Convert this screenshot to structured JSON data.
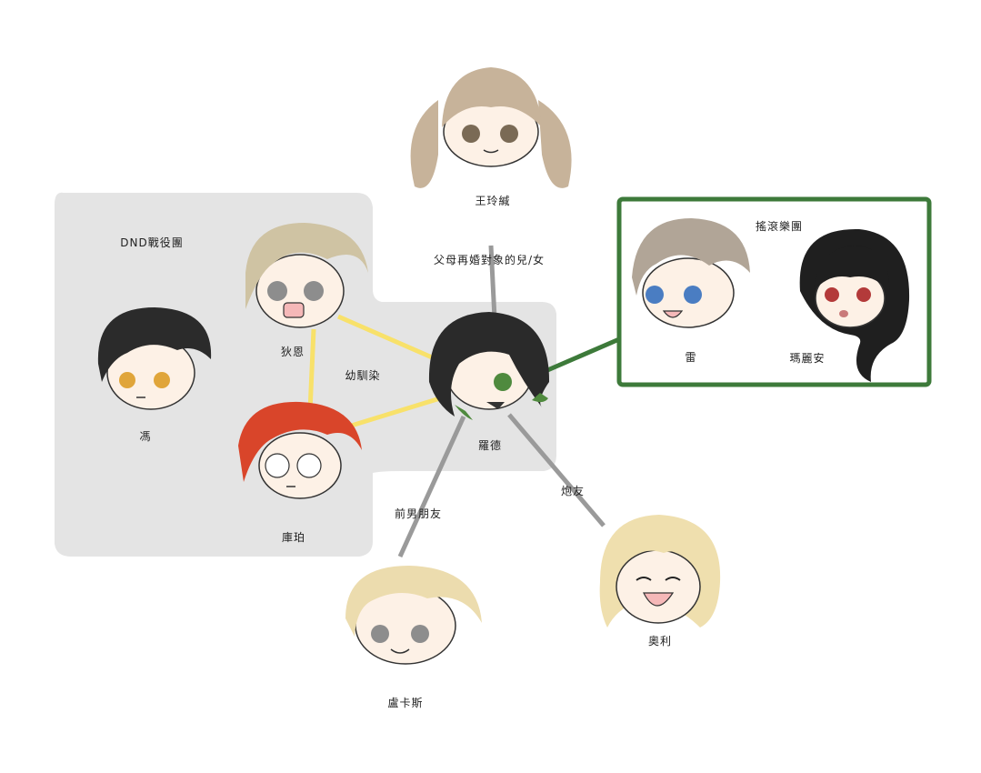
{
  "groups": {
    "dnd": {
      "label": "DND戰役團"
    },
    "band": {
      "label": "搖滾樂團",
      "color": "#3d7a3a"
    }
  },
  "characters": {
    "wang": {
      "name": "王玲緘",
      "hair": "#c7b39a",
      "eye": "#7a6a55"
    },
    "di": {
      "name": "狄恩",
      "hair": "#cfc3a3",
      "eye": "#8d8d8d"
    },
    "feng": {
      "name": "馮",
      "hair": "#2b2b2b",
      "eye": "#e0a53a"
    },
    "kubo": {
      "name": "庫珀",
      "hair": "#d9452a",
      "eye": "#ffffff"
    },
    "luode": {
      "name": "羅德",
      "hair": "#2a2a2a",
      "eye": "#4f8a3e"
    },
    "lei": {
      "name": "雷",
      "hair": "#b1a597",
      "eye": "#4a7dc2"
    },
    "maria": {
      "name": "瑪麗安",
      "hair": "#1f1f1f",
      "eye": "#b33a3a"
    },
    "lukas": {
      "name": "盧卡斯",
      "hair": "#ecdcae",
      "eye": "#8d8d8d"
    },
    "ao": {
      "name": "奧利",
      "hair": "#efdfae",
      "eye": "#222222"
    }
  },
  "relations": {
    "step": {
      "label": "父母再婚對象的兒/女"
    },
    "childhood": {
      "label": "幼馴染",
      "color": "#f8e16a"
    },
    "ex": {
      "label": "前男朋友",
      "color": "#9a9a9a"
    },
    "fwb": {
      "label": "炮友"
    }
  }
}
